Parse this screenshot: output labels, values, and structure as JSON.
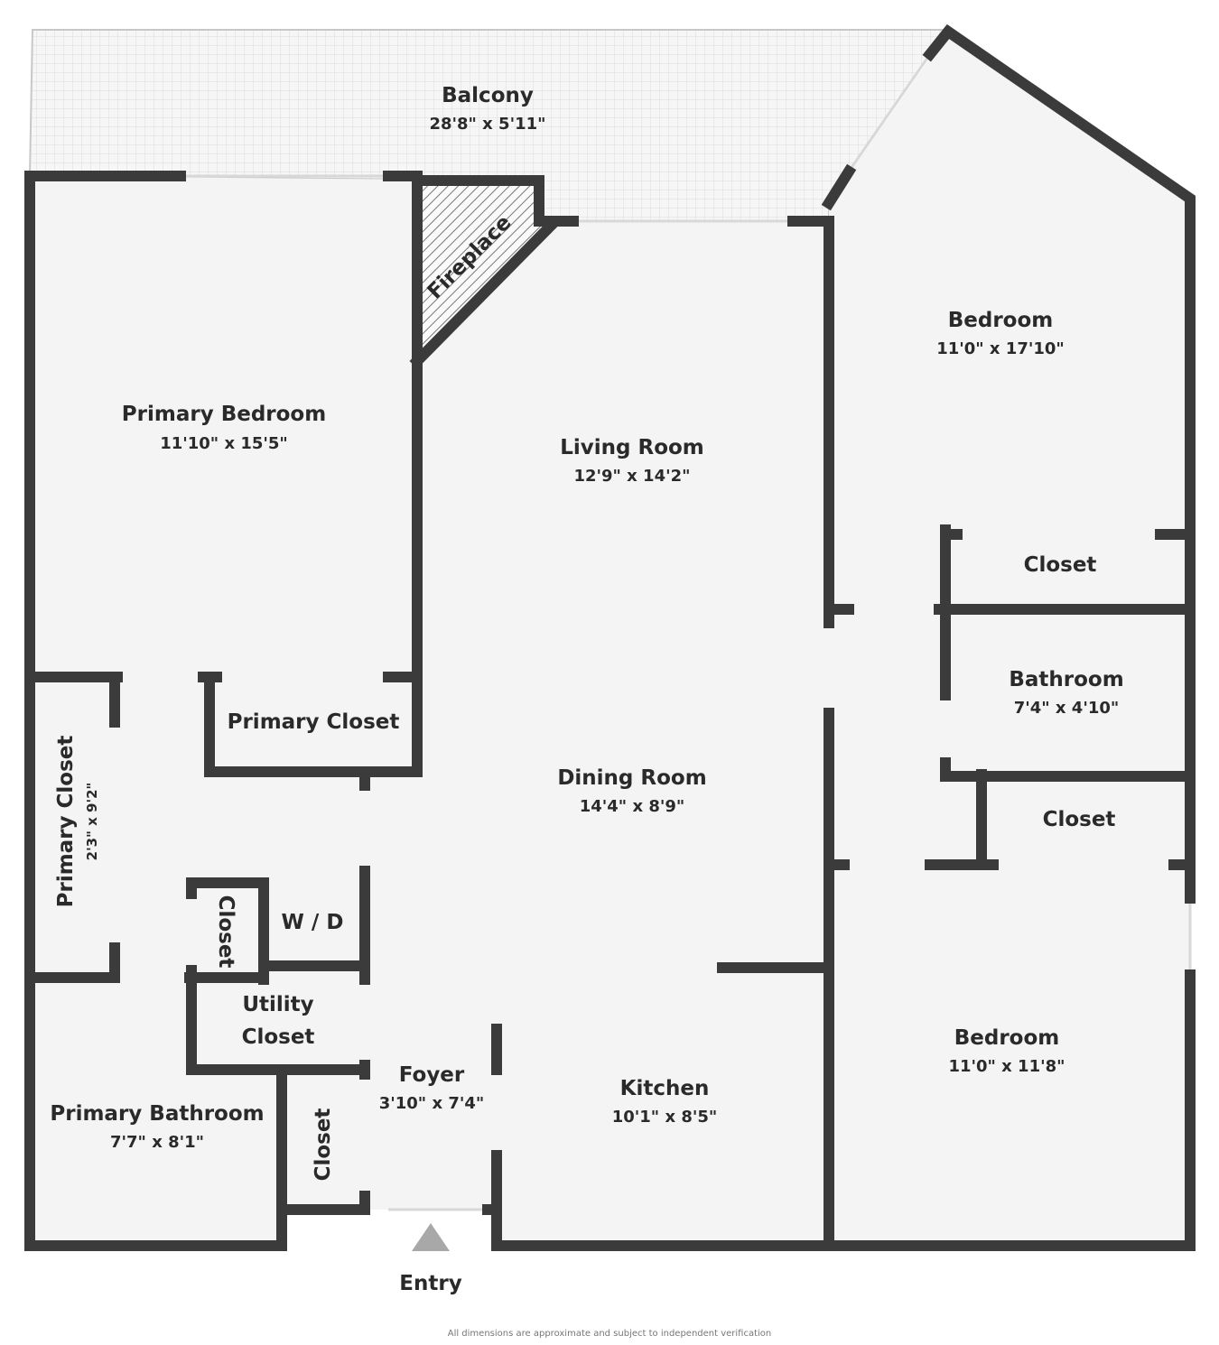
{
  "rooms": {
    "balcony": {
      "name": "Balcony",
      "dim": "28'8\" x 5'11\""
    },
    "fireplace": {
      "name": "Fireplace"
    },
    "primary_bedroom": {
      "name": "Primary Bedroom",
      "dim": "11'10\" x 15'5\""
    },
    "living_room": {
      "name": "Living Room",
      "dim": "12'9\" x 14'2\""
    },
    "bedroom_1": {
      "name": "Bedroom",
      "dim": "11'0\" x 17'10\""
    },
    "closet_1": {
      "name": "Closet"
    },
    "bathroom": {
      "name": "Bathroom",
      "dim": "7'4\" x 4'10\""
    },
    "closet_2": {
      "name": "Closet"
    },
    "primary_closet_1": {
      "name": "Primary Closet"
    },
    "primary_closet_2": {
      "name": "Primary Closet",
      "dim": "2'3\" x 9'2\""
    },
    "dining_room": {
      "name": "Dining Room",
      "dim": "14'4\" x 8'9\""
    },
    "closet_3": {
      "name": "Closet"
    },
    "wd": {
      "name": "W / D"
    },
    "utility_closet": {
      "name1": "Utility",
      "name2": "Closet"
    },
    "bedroom_2": {
      "name": "Bedroom",
      "dim": "11'0\" x 11'8\""
    },
    "foyer": {
      "name": "Foyer",
      "dim": "3'10\" x 7'4\""
    },
    "kitchen": {
      "name": "Kitchen",
      "dim": "10'1\" x 8'5\""
    },
    "primary_bathroom": {
      "name": "Primary Bathroom",
      "dim": "7'7\" x 8'1\""
    },
    "closet_4": {
      "name": "Closet"
    }
  },
  "entry": {
    "label": "Entry"
  },
  "disclaimer": "All dimensions are approximate and subject to independent verification",
  "colors": {
    "wall": "#3b3b3b",
    "floor": "#f4f4f4",
    "entry_arrow": "#a8a8a8"
  }
}
